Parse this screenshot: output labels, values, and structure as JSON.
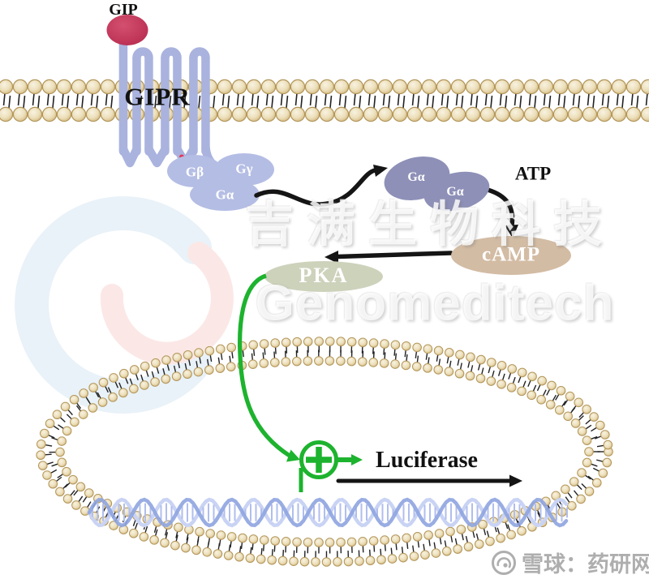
{
  "diagram": {
    "ligand": {
      "label": "GIP"
    },
    "receptor": {
      "label": "GIPR"
    },
    "g_protein_trimer": {
      "beta": "Gβ",
      "gamma": "Gγ",
      "alpha": "Gα"
    },
    "g_alpha_pair": {
      "left": "Gα",
      "right": "Gα"
    },
    "metabolites": {
      "atp": "ATP",
      "camp": "cAMP"
    },
    "kinase": {
      "pka": "PKA"
    },
    "reporter": {
      "luciferase": "Luciferase"
    }
  },
  "watermarks": {
    "brand_cn": "吉满生物科技",
    "brand_en": "Genomeditech",
    "corner": "雪球：药研网"
  },
  "colors": {
    "gip_ligand": "#c23a5c",
    "receptor": "#a9b3de",
    "g_complex": "#b4bde4",
    "g_alpha_pair": "#8e90b8",
    "camp_fill": "#d3bca4",
    "pka_fill": "#cdd2bb",
    "membrane_head": "#d9c493",
    "membrane_edge": "#b3965a",
    "activation_green": "#1db32e",
    "arrow_black": "#151515",
    "dna_front": "#8ea4e0",
    "dna_back": "#c9d3f4"
  }
}
